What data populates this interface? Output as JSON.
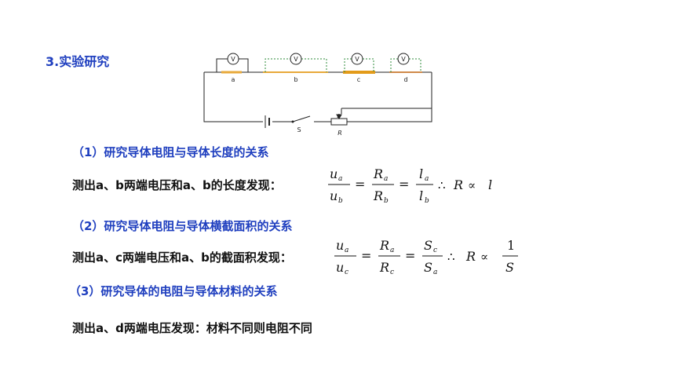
{
  "heading": "3.实验研究",
  "circuit": {
    "wire_labels": [
      "a",
      "b",
      "c",
      "d"
    ],
    "meter_symbol": "V",
    "switch_label": "S",
    "rheostat_label": "R"
  },
  "section1": {
    "title": "（1）研究导体电阻与导体长度的关系",
    "text": "测出a、b两端电压和a、b的长度发现："
  },
  "section2": {
    "title": "（2）研究导体电阻与导体横截面积的关系",
    "text": "测出a、c两端电压和a、b的截面积发现："
  },
  "section3": {
    "title": "（3）研究导体的电阻与导体材料的关系",
    "text": "测出a、d两端电压发现：材料不同则电阻不同"
  },
  "formula1": {
    "u": "u",
    "R": "R",
    "l": "l",
    "sub_top": "a",
    "sub_bottom": "b",
    "equals": "=",
    "therefore": "∴",
    "prop": "∝",
    "result_left": "R",
    "result_right": "l"
  },
  "formula2": {
    "u": "u",
    "R": "R",
    "S": "S",
    "sub_a": "a",
    "sub_c": "c",
    "equals": "=",
    "therefore": "∴",
    "prop": "∝",
    "result_left": "R",
    "one": "1",
    "result_den": "S"
  }
}
